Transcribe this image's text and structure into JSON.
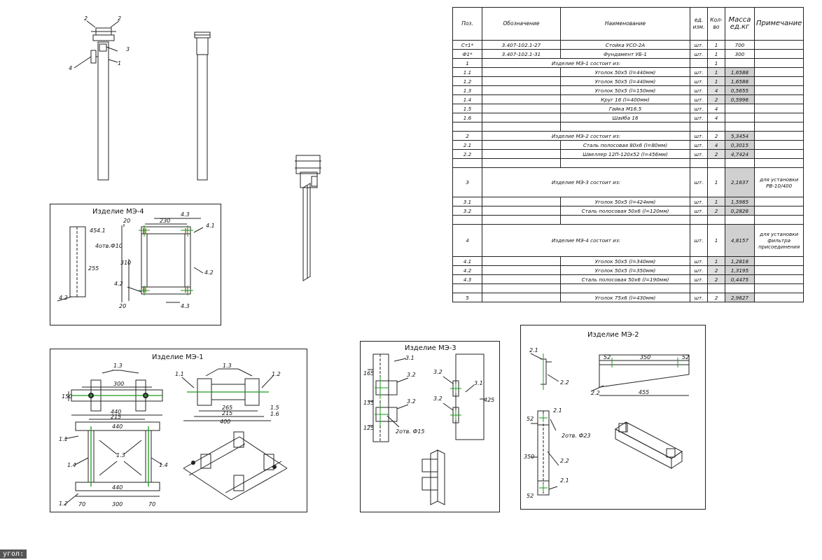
{
  "table": {
    "headers": {
      "pos": "Поз.",
      "designation": "Обозначение",
      "name": "Наименование",
      "unit": "ед. изм.",
      "qty": "Кол-во",
      "mass": "Масса ед.кг",
      "note": "Примечание"
    },
    "rows": [
      {
        "pos": "Ст1*",
        "designation": "3.407-102.1-27",
        "name": "Стойка УСО-2А",
        "unit": "шт.",
        "qty": "1",
        "mass": "700",
        "note": "",
        "h": 12
      },
      {
        "pos": "Ф1*",
        "designation": "3.407-102.1-31",
        "name": "Фундамент УБ-1",
        "unit": "шт.",
        "qty": "1",
        "mass": "300",
        "note": "",
        "h": 12
      },
      {
        "pos": "1",
        "designation": "",
        "name": "Изделие МЭ-1 состоит из:",
        "unit": "",
        "qty": "1",
        "mass": "",
        "note": "",
        "merge": true,
        "h": 12
      },
      {
        "pos": "1.1",
        "designation": "",
        "name": "Уголок 50х5 (l=440мм)",
        "unit": "шт.",
        "qty": "1",
        "mass": "1,6588",
        "note": "",
        "hl": true,
        "h": 12
      },
      {
        "pos": "1.2",
        "designation": "",
        "name": "Уголок 50х5 (l=440мм)",
        "unit": "шт.",
        "qty": "1",
        "mass": "1,6588",
        "note": "",
        "hl": true,
        "h": 12
      },
      {
        "pos": "1.3",
        "designation": "",
        "name": "Уголок 50х5 (l=150мм)",
        "unit": "шт.",
        "qty": "4",
        "mass": "0,5655",
        "note": "",
        "hl": true,
        "h": 12
      },
      {
        "pos": "1.4",
        "designation": "",
        "name": "Круг 16 (l=400мм)",
        "unit": "шт.",
        "qty": "2",
        "mass": "0,5996",
        "note": "",
        "hl": true,
        "h": 12
      },
      {
        "pos": "1.5",
        "designation": "",
        "name": "Гайка М16.5",
        "unit": "шт.",
        "qty": "4",
        "mass": "",
        "note": "",
        "h": 12
      },
      {
        "pos": "1.6",
        "designation": "",
        "name": "Шайба 16",
        "unit": "шт.",
        "qty": "4",
        "mass": "",
        "note": "",
        "h": 12
      },
      {
        "pos": "",
        "designation": "",
        "name": "",
        "unit": "",
        "qty": "",
        "mass": "",
        "note": "",
        "h": 12
      },
      {
        "pos": "2",
        "designation": "",
        "name": "Изделие МЭ-2 состоит из:",
        "unit": "шт.",
        "qty": "2",
        "mass": "5,3454",
        "note": "",
        "merge": true,
        "hlm": true,
        "h": 12
      },
      {
        "pos": "2.1",
        "designation": "",
        "name": "Сталь полосовая 80х6 (l=80мм)",
        "unit": "шт.",
        "qty": "4",
        "mass": "0,3015",
        "note": "",
        "hl": true,
        "h": 12
      },
      {
        "pos": "2.2",
        "designation": "",
        "name": "Швеллер 12П-120х52 (l=456мм)",
        "unit": "шт.",
        "qty": "2",
        "mass": "4,7424",
        "note": "",
        "hl": true,
        "h": 12
      },
      {
        "pos": "",
        "designation": "",
        "name": "",
        "unit": "",
        "qty": "",
        "mass": "",
        "note": "",
        "h": 12
      },
      {
        "pos": "3",
        "designation": "",
        "name": "Изделие МЭ-3 состоит из:",
        "unit": "шт.",
        "qty": "1",
        "mass": "2,1637",
        "note": "для установки РВ-10/400",
        "merge": true,
        "hlm": true,
        "h": 42
      },
      {
        "pos": "3.1",
        "designation": "",
        "name": "Уголок 50х5 (l=424мм)",
        "unit": "шт.",
        "qty": "1",
        "mass": "1,5985",
        "note": "",
        "hl": true,
        "h": 12
      },
      {
        "pos": "3.2",
        "designation": "",
        "name": "Сталь полосовая 50х6 (l=120мм)",
        "unit": "шт.",
        "qty": "2",
        "mass": "0,2826",
        "note": "",
        "hl": true,
        "h": 12
      },
      {
        "pos": "",
        "designation": "",
        "name": "",
        "unit": "",
        "qty": "",
        "mass": "",
        "note": "",
        "h": 12
      },
      {
        "pos": "4",
        "designation": "",
        "name": "Изделие МЭ-4 состоит из:",
        "unit": "шт.",
        "qty": "1",
        "mass": "4,8157",
        "note": "для установки фильтра присоединения",
        "merge": true,
        "hlm": true,
        "h": 46
      },
      {
        "pos": "4.1",
        "designation": "",
        "name": "Уголок 50х5 (l=340мм)",
        "unit": "шт.",
        "qty": "1",
        "mass": "1,2818",
        "note": "",
        "hl": true,
        "h": 12
      },
      {
        "pos": "4.2",
        "designation": "",
        "name": "Уголок 50х5 (l=350мм)",
        "unit": "шт.",
        "qty": "2",
        "mass": "1,3195",
        "note": "",
        "hl": true,
        "h": 12
      },
      {
        "pos": "4.3",
        "designation": "",
        "name": "Сталь полосовая 50х6 (l=190мм)",
        "unit": "шт.",
        "qty": "2",
        "mass": "0,4475",
        "note": "",
        "hl": true,
        "h": 12
      },
      {
        "pos": "",
        "designation": "",
        "name": "",
        "unit": "",
        "qty": "",
        "mass": "",
        "note": "",
        "h": 12
      },
      {
        "pos": "5",
        "designation": "",
        "name": "Уголок 75х6 (l=430мм)",
        "unit": "шт.",
        "qty": "2",
        "mass": "2,9627",
        "note": "",
        "hlm": true,
        "h": 12
      }
    ]
  },
  "frames": {
    "me4": "Изделие МЭ-4",
    "me1": "Изделие МЭ-1",
    "me3": "Изделие МЭ-3",
    "me2": "Изделие МЭ-2"
  },
  "labels": {
    "top_front": [
      "2",
      "2",
      "3",
      "4",
      "1"
    ],
    "me4": {
      "d45": "45",
      "p41a": "4.1",
      "hole": "4отв.Ф10",
      "d255": "255",
      "p42a": "4.2",
      "d20a": "20",
      "d230": "230",
      "p43a": "4.3",
      "p41b": "4.1",
      "d310": "310",
      "p42b": "4.2",
      "p42c": "4.2",
      "d20b": "20",
      "p43b": "4.3"
    },
    "me1": {
      "p13a": "1.3",
      "d300a": "300",
      "d150": "150",
      "d440a": "440",
      "d215a": "215",
      "p11a": "1.1",
      "p13b": "1.3",
      "p12a": "1.2",
      "d265": "265",
      "d215b": "215",
      "d400": "400",
      "p15": "1.5",
      "p16": "1.6",
      "d440b": "440",
      "p11b": "1.1",
      "p13c": "1.3",
      "p14a": "1.4",
      "p14b": "1.4",
      "d440c": "440",
      "p12b": "1.2",
      "d70a": "70",
      "d300b": "300",
      "d70b": "70"
    },
    "me3": {
      "p31a": "3.1",
      "d165": "165",
      "p32a": "3.2",
      "d135": "135",
      "p32b": "3.2",
      "d125": "125",
      "hole": "2отв. Ф15",
      "p32c": "3.2",
      "p32d": "3.2",
      "p31b": "3.1",
      "d425": "425"
    },
    "me2": {
      "p21a": "2.1",
      "p22a": "2.2",
      "d52a": "52",
      "d350a": "350",
      "d52b": "52",
      "p22b": "2.2",
      "d455": "455",
      "d52c": "52",
      "p21b": "2.1",
      "hole": "2отв. Ф23",
      "d350b": "350",
      "p22c": "2.2",
      "p21c": "2.1",
      "d52d": "52"
    }
  },
  "command_line": "угол:"
}
